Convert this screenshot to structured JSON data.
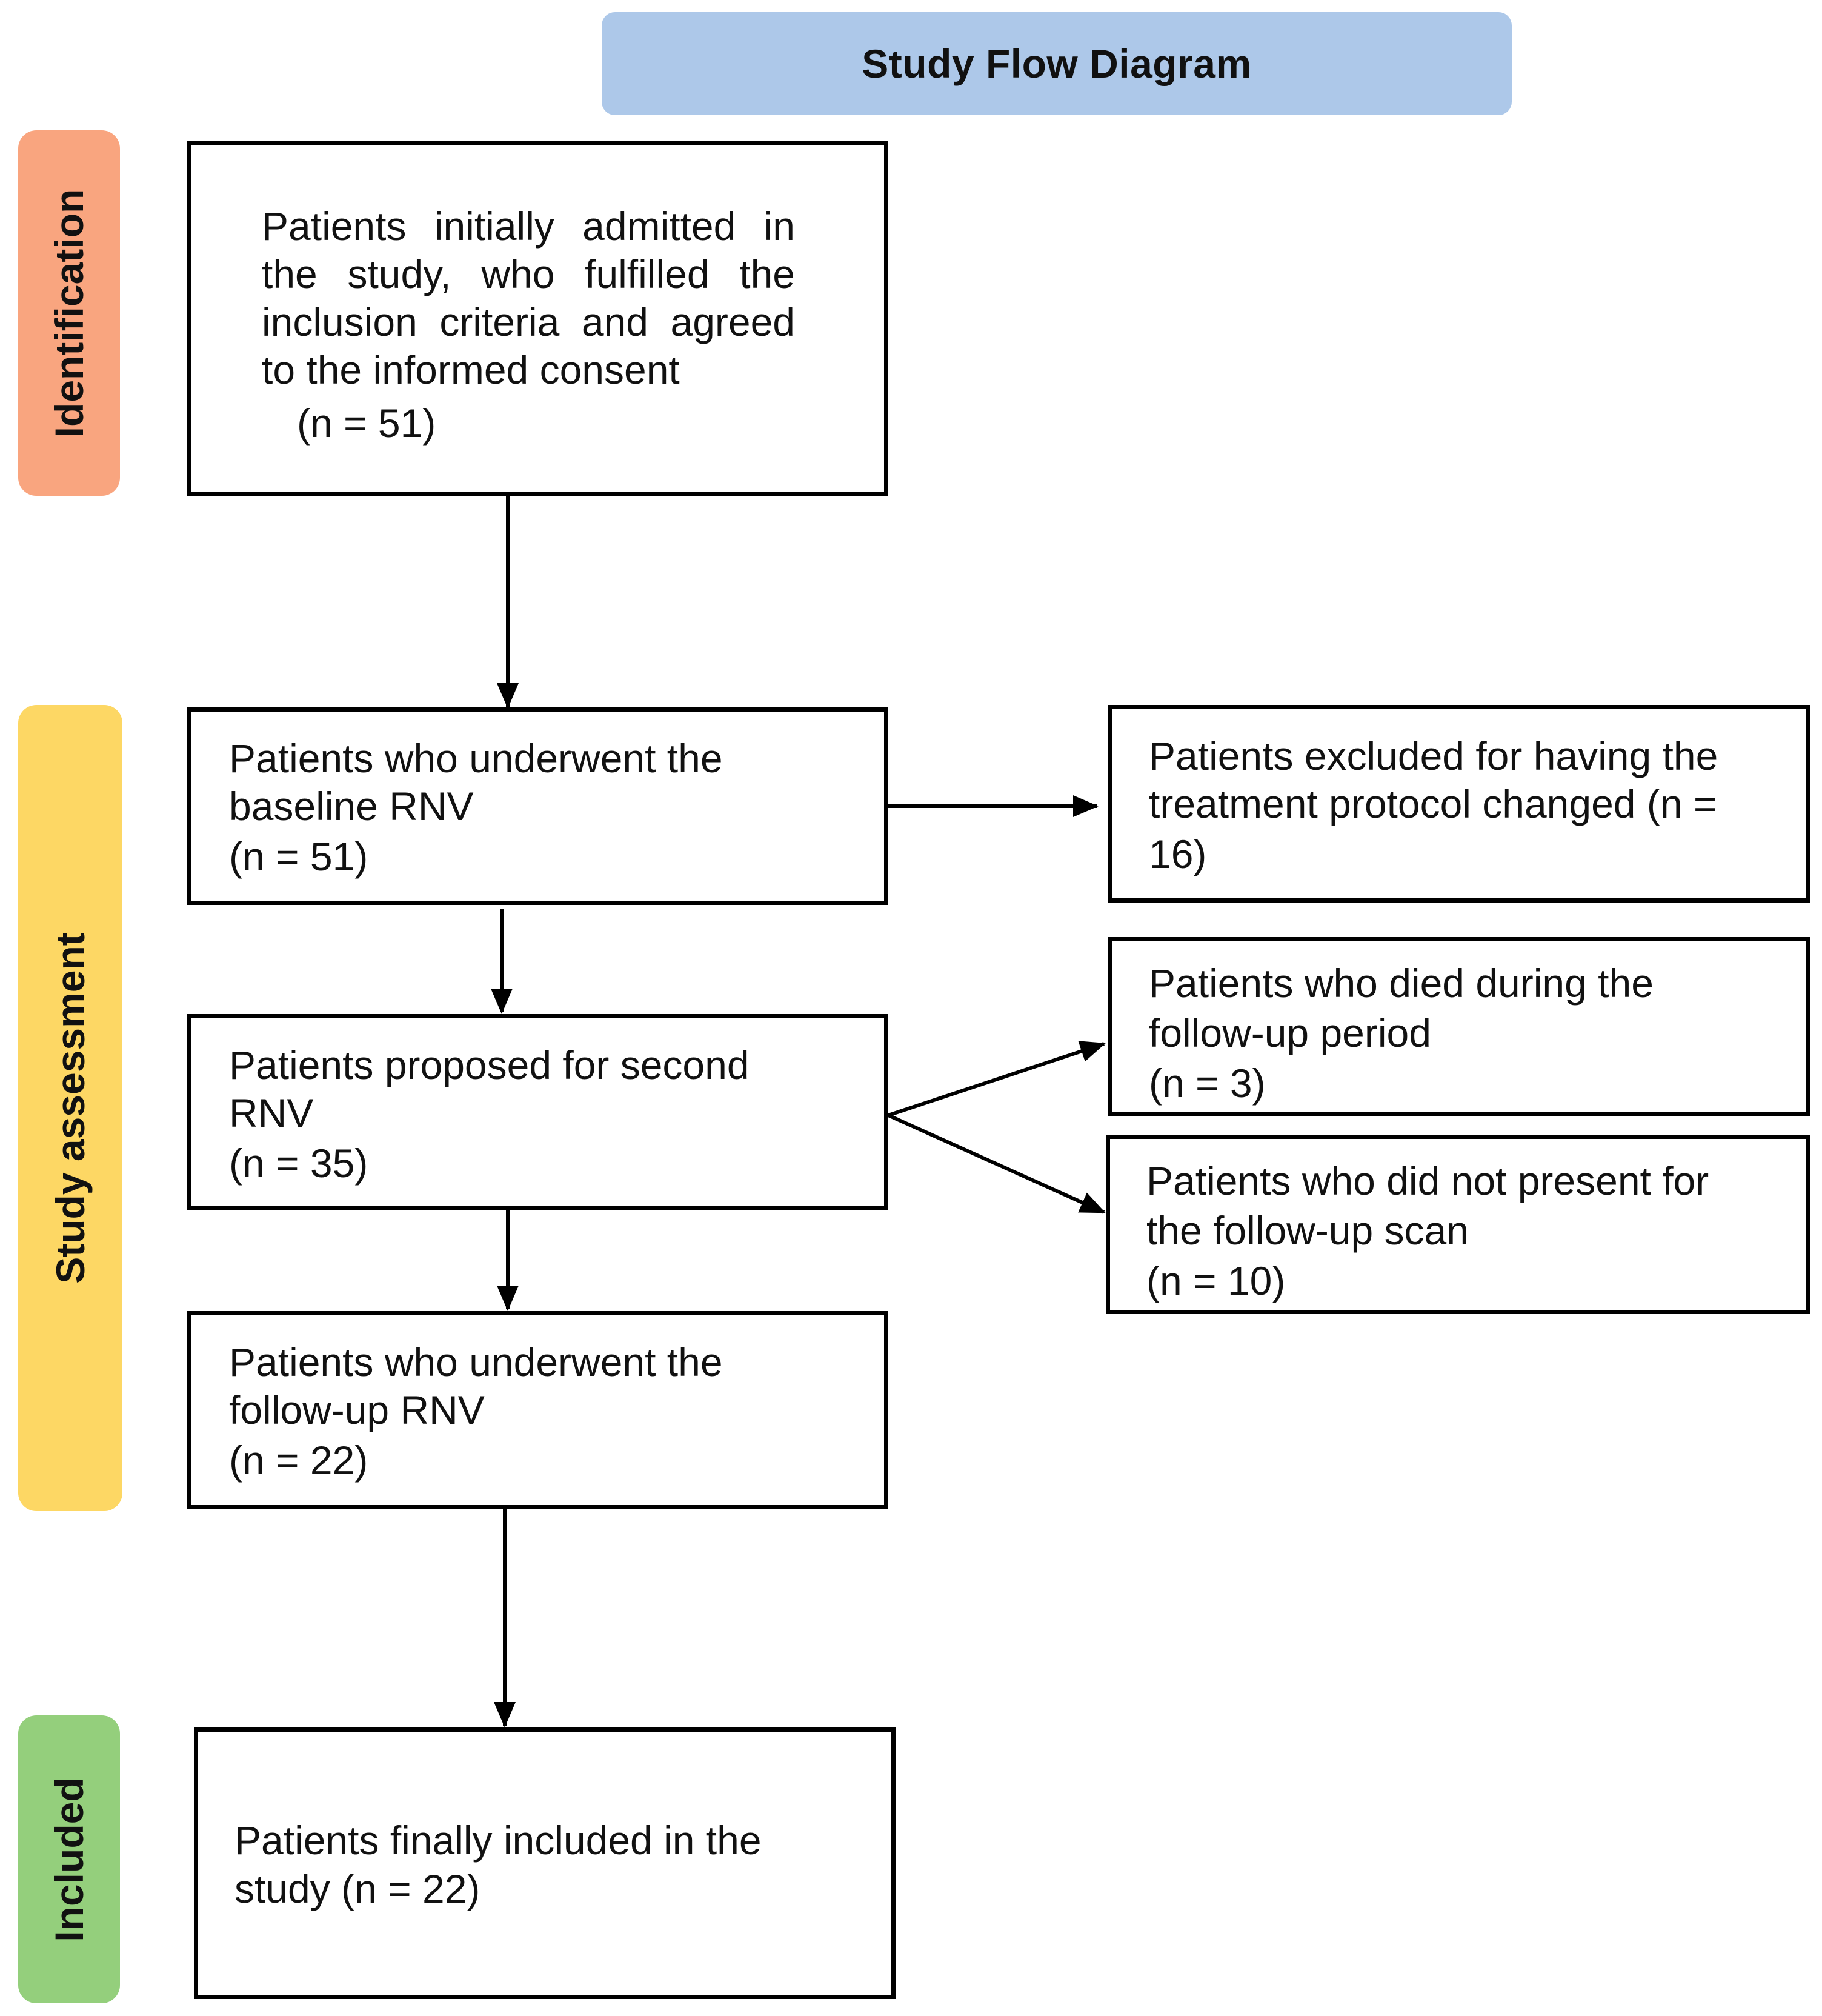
{
  "title": "Study Flow Diagram",
  "colors": {
    "title_bg": "#adc8e9",
    "identification": "#f9a57f",
    "study_assessment": "#fdd764",
    "included": "#94cf7c",
    "border": "#000000"
  },
  "phases": {
    "identification": "Identification",
    "study_assessment": "Study assessment",
    "included": "Included"
  },
  "boxes": {
    "initial": {
      "text": "Patients initially admitted in the study, who fulfilled the inclusion criteria and agreed to the informed consent",
      "count": "(n = 51)"
    },
    "baseline": {
      "line1": "Patients who underwent the",
      "line2": "baseline RNV",
      "count": "(n = 51)"
    },
    "excluded": {
      "line1": "Patients excluded for having the",
      "line2": "treatment protocol changed (n =",
      "line3": "16)"
    },
    "proposed": {
      "line1": "Patients proposed for second",
      "line2": "RNV",
      "count": "(n = 35)"
    },
    "died": {
      "line1": "Patients who died during the",
      "line2": "follow-up period",
      "count": "(n = 3)"
    },
    "not_present": {
      "line1": "Patients who did not present for",
      "line2": "the follow-up scan",
      "count": "(n = 10)"
    },
    "followup": {
      "line1": "Patients who underwent the",
      "line2": "follow-up RNV",
      "count": "(n = 22)"
    },
    "final": {
      "line1": "Patients finally included in the",
      "line2": "study (n = 22)"
    }
  }
}
